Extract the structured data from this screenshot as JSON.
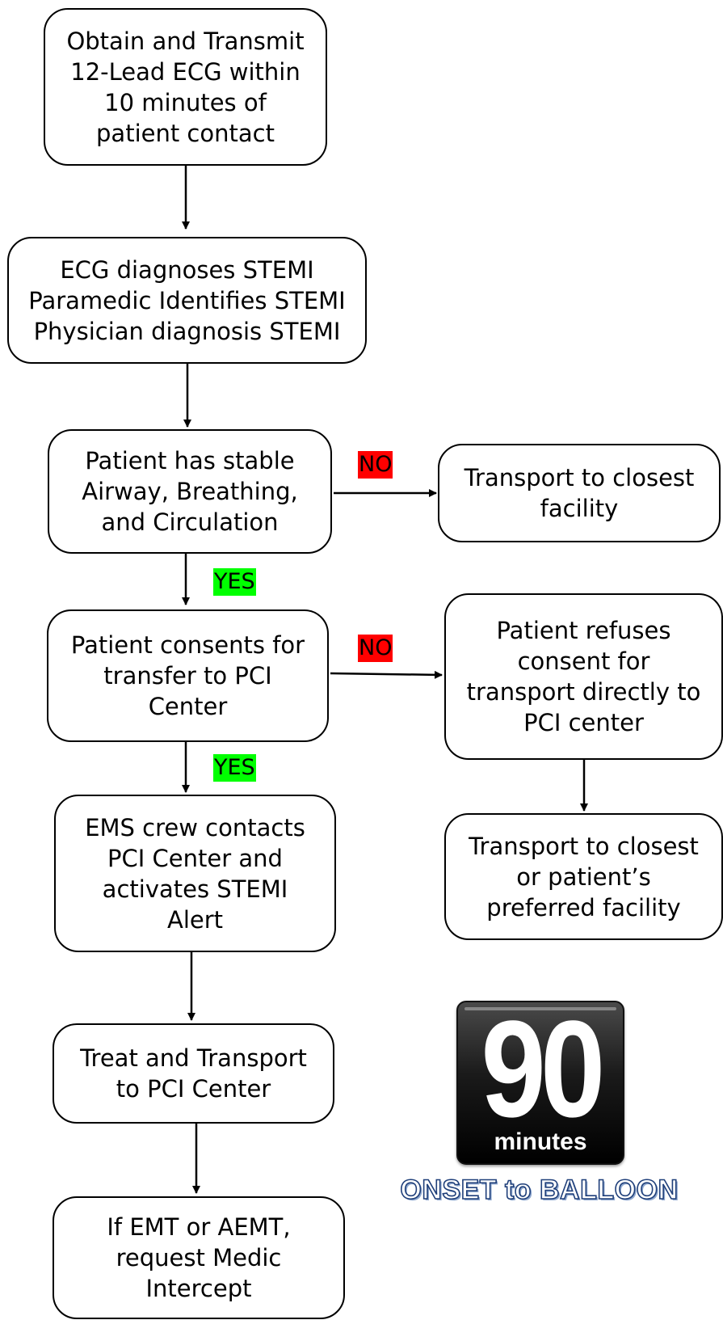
{
  "flowchart": {
    "nodes": {
      "obtain_ecg": "Obtain and Transmit\n12-Lead ECG within\n10 minutes of\npatient contact",
      "diagnose_stemi": "ECG diagnoses STEMI\nParamedic Identifies STEMI\nPhysician diagnosis STEMI",
      "stable_abc": "Patient has stable\nAirway, Breathing,\nand Circulation",
      "transport_closest": "Transport to closest\nfacility",
      "consents_transfer": "Patient consents for\ntransfer to PCI\nCenter",
      "refuses_consent": "Patient refuses\nconsent for\ntransport directly to\nPCI center",
      "transport_preferred": "Transport to closest\nor patient’s\npreferred facility",
      "ems_contacts": "EMS crew contacts\nPCI Center and\nactivates STEMI\nAlert",
      "treat_transport": "Treat and Transport\nto PCI Center",
      "medic_intercept": "If EMT or AEMT,\nrequest Medic\nIntercept"
    },
    "labels": {
      "no_1": "NO",
      "yes_1": "YES",
      "no_2": "NO",
      "yes_2": "YES"
    },
    "label_colors": {
      "no": "#ff0000",
      "yes": "#00ff00"
    }
  },
  "badge": {
    "number": "90",
    "unit": "minutes",
    "caption": "ONSET to BALLOON"
  }
}
